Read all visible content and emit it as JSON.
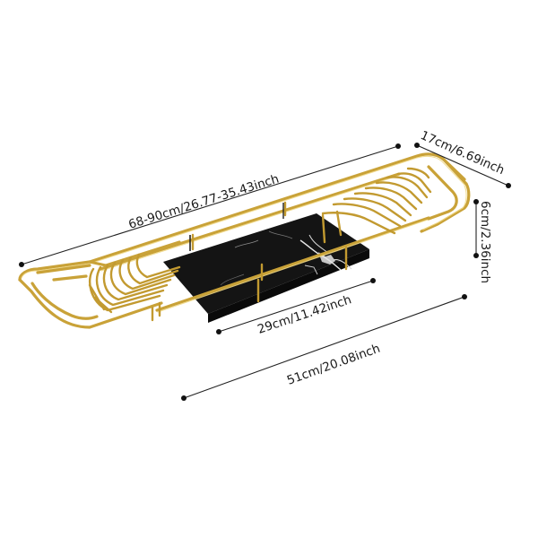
{
  "dimensions": {
    "extended_length": "68-90cm/26.77-35.43inch",
    "width": "17cm/6.69inch",
    "height": "6cm/2.36inch",
    "tray_length": "29cm/11.42inch",
    "basket_length": "51cm/20.08inch"
  },
  "colors": {
    "frame": "#c9a238",
    "tray": "#141414",
    "marble_vein": "#e8e8e8",
    "dimension_line": "#222222"
  }
}
